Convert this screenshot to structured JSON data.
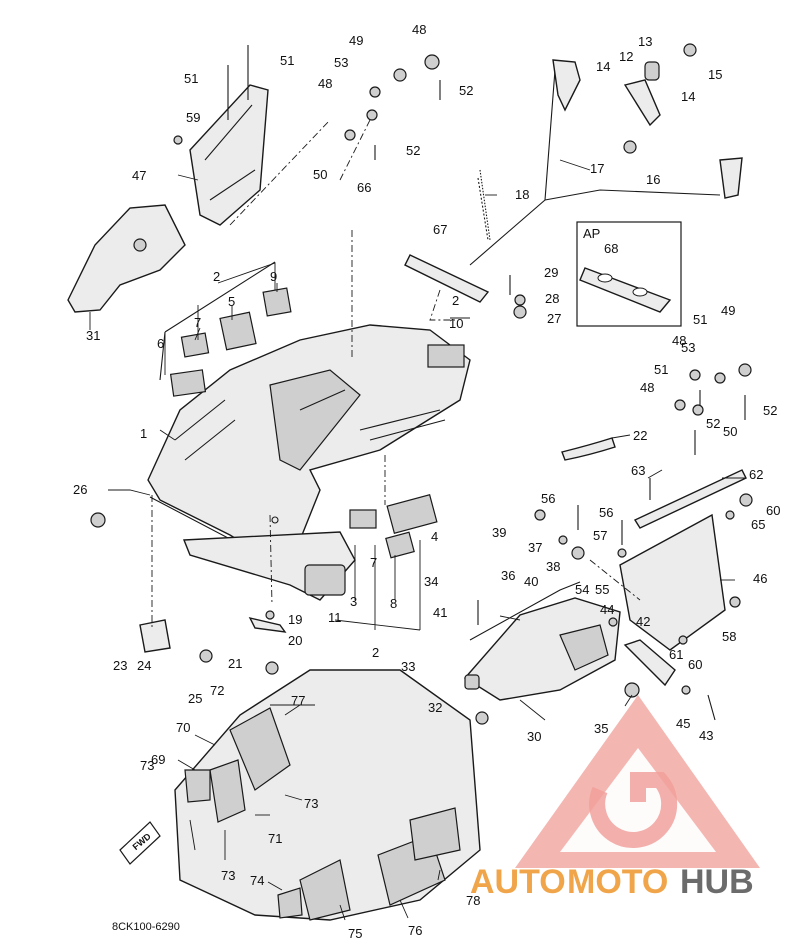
{
  "diagram": {
    "drawing_code": "8CK100-6290",
    "fwd_arrow_label": "FWD",
    "ap_box_label": "AP",
    "callouts": [
      "1",
      "2",
      "2",
      "2",
      "3",
      "4",
      "5",
      "6",
      "7",
      "7",
      "8",
      "9",
      "10",
      "11",
      "12",
      "13",
      "14",
      "14",
      "15",
      "16",
      "17",
      "18",
      "19",
      "20",
      "21",
      "22",
      "23",
      "24",
      "25",
      "26",
      "27",
      "28",
      "29",
      "30",
      "31",
      "32",
      "33",
      "34",
      "35",
      "36",
      "37",
      "38",
      "39",
      "40",
      "41",
      "42",
      "43",
      "44",
      "45",
      "46",
      "47",
      "48",
      "48",
      "48",
      "48",
      "49",
      "49",
      "50",
      "50",
      "51",
      "51",
      "51",
      "51",
      "52",
      "52",
      "52",
      "52",
      "53",
      "53",
      "54",
      "55",
      "56",
      "56",
      "57",
      "58",
      "59",
      "60",
      "60",
      "61",
      "62",
      "63",
      "65",
      "66",
      "67",
      "68",
      "69",
      "70",
      "71",
      "72",
      "73",
      "73",
      "73",
      "74",
      "75",
      "76",
      "77",
      "78"
    ]
  },
  "watermark": {
    "word_part1": "AUTO",
    "word_part2": "MOTO",
    "word_part3": "HUB",
    "color_red": "#e8736a",
    "color_orange": "#f0a54a",
    "color_gray": "#6b6b6b"
  }
}
